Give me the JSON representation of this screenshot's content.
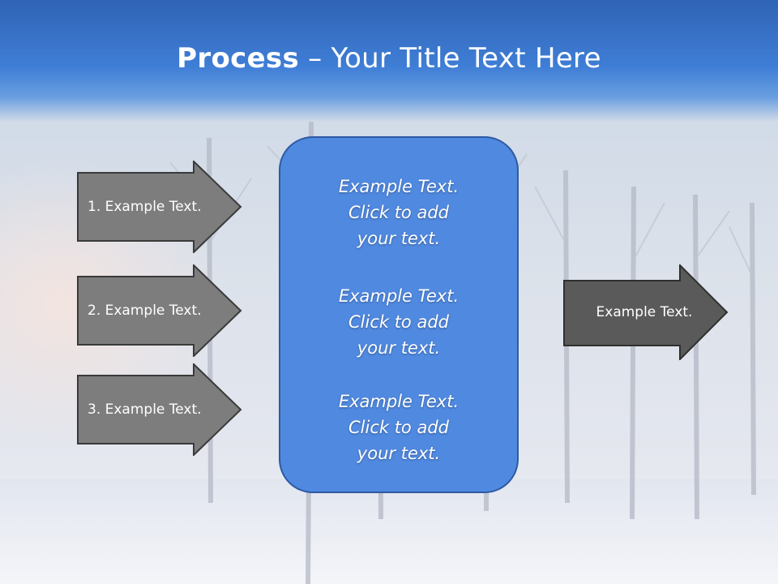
{
  "slide": {
    "title_bold": "Process",
    "title_rest": " – Your Title Text Here"
  },
  "left_arrows": [
    {
      "label": "1. Example Text."
    },
    {
      "label": "2. Example Text."
    },
    {
      "label": "3. Example Text."
    }
  ],
  "center_box": {
    "blocks": [
      {
        "line1": "Example Text.",
        "line2": "Click  to add",
        "line3": "your text."
      },
      {
        "line1": "Example Text.",
        "line2": "Click  to add",
        "line3": "your text."
      },
      {
        "line1": "Example Text.",
        "line2": "Click  to add",
        "line3": "your text."
      }
    ]
  },
  "right_arrow": {
    "label": "Example Text."
  },
  "colors": {
    "title_bar": "#3f7ed6",
    "center_box": "#5089e0",
    "center_border": "#2e5aa3",
    "left_arrow_fill": "#7d7d7d",
    "right_arrow_fill": "#5a5a5a"
  },
  "background": {
    "description_icon": "winter-trees-photo"
  }
}
